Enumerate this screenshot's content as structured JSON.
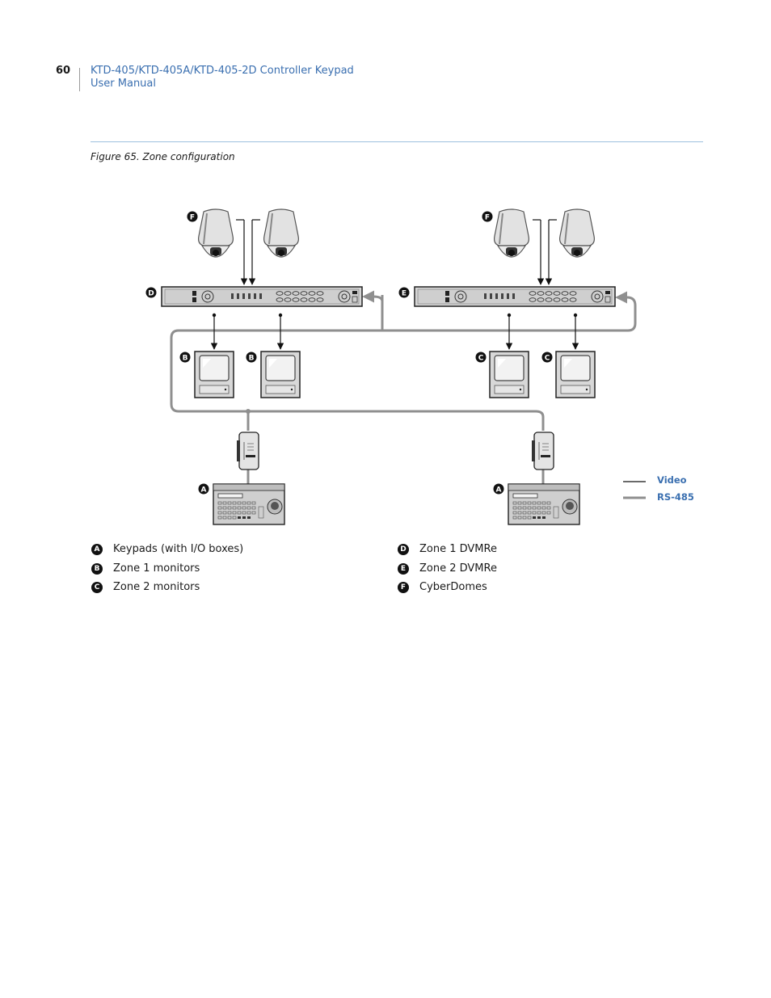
{
  "header": {
    "page_number": "60",
    "title_line1": "KTD-405/KTD-405A/KTD-405-2D Controller Keypad",
    "title_line2": "User Manual"
  },
  "figure": {
    "caption": "Figure 65. Zone configuration",
    "callouts": {
      "a": "A",
      "b": "B",
      "c": "C",
      "d": "D",
      "e": "E",
      "f": "F"
    },
    "line_key": {
      "video_label": "Video",
      "rs485_label": "RS-485"
    }
  },
  "legend": [
    {
      "letter": "A",
      "label": "Keypads (with I/O boxes)"
    },
    {
      "letter": "B",
      "label": "Zone 1 monitors"
    },
    {
      "letter": "C",
      "label": "Zone 2 monitors"
    },
    {
      "letter": "D",
      "label": "Zone 1 DVMRe"
    },
    {
      "letter": "E",
      "label": "Zone 2 DVMRe"
    },
    {
      "letter": "F",
      "label": "CyberDomes"
    }
  ],
  "colors": {
    "accent_blue": "#3a6fb0",
    "rs485_gray": "#8f8f8f",
    "device_gray": "#d4d4d4"
  }
}
